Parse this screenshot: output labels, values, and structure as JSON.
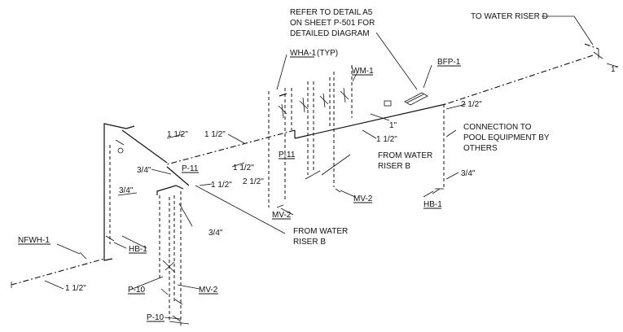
{
  "notes": {
    "refer_line1": "REFER TO DETAIL A5",
    "refer_line2": "ON SHEET P-501 FOR",
    "refer_line3": "DETAILED DIAGRAM",
    "to_riser_d": "TO WATER RISER D",
    "from_riser_b_upper_1": "FROM WATER",
    "from_riser_b_upper_2": "RISER B",
    "from_riser_b_lower_1": "FROM WATER",
    "from_riser_b_lower_2": "RISER B",
    "connection_1": "CONNECTION TO",
    "connection_2": "POOL EQUIPMENT BY",
    "connection_3": "OTHERS"
  },
  "tags": {
    "wha": "WHA-1",
    "wha_typ": "(TYP)",
    "wm": "WM-1",
    "bfp": "BFP-1",
    "p11_a": "P-11",
    "p11_b": "P-11",
    "mv2_a": "MV-2",
    "mv2_b": "MV-2",
    "mv2_c": "MV-2",
    "hb1_a": "HB-1",
    "hb1_b": "HB-1",
    "nfwh": "NFWH-1",
    "p10_a": "P-10",
    "p10_b": "P-10"
  },
  "sizes": {
    "s_1in_top": "1\"",
    "s_212_right": "2 1/2\"",
    "s_1in_mid": "1\"",
    "s_112_mid": "1 1/2\"",
    "s_112_a": "1 1/2\"",
    "s_112_b": "1 1/2\"",
    "s_112_c": "1 1/2\"",
    "s_112_d": "1 1/2\"",
    "s_112_bottom": "1 1/2\"",
    "s_34_a": "3/4\"",
    "s_34_b": "3/4\"",
    "s_34_c": "3/4\"",
    "s_34_d": "3/4\"",
    "s_212_mid": "2 1/2\""
  }
}
